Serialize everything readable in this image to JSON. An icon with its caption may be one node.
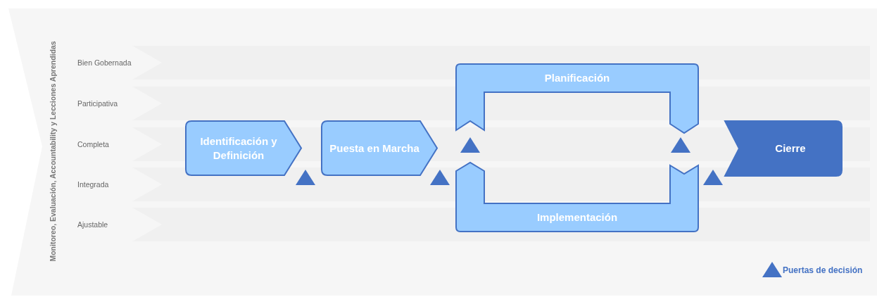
{
  "diagram": {
    "nodes": [
      {
        "text": [
          "Monitoreo, Evaluación, Accountability y Lecciones Aprendidas"
        ]
      },
      {
        "text": [
          "Bien Gobernada"
        ],
        "in": 0
      },
      {
        "text": [
          "Participativa"
        ],
        "in": 0
      },
      {
        "text": [
          "Completa"
        ],
        "in": 0
      },
      {
        "text": [
          "Integrada"
        ],
        "in": 0
      },
      {
        "text": [
          "Ajustable"
        ],
        "in": 0
      },
      {
        "text": [
          "Identificación y Definición"
        ],
        "in": 0
      },
      {
        "text": [
          "Puesta en Marcha"
        ],
        "in": 0
      },
      {
        "text": [
          "Planificación"
        ],
        "in": 0
      },
      {
        "text": [
          "Implementación"
        ],
        "in": 0
      },
      {
        "text": [
          "Cierre"
        ],
        "in": 0
      }
    ],
    "legend": [
      {
        "text": "Puertas de decisión"
      }
    ]
  }
}
